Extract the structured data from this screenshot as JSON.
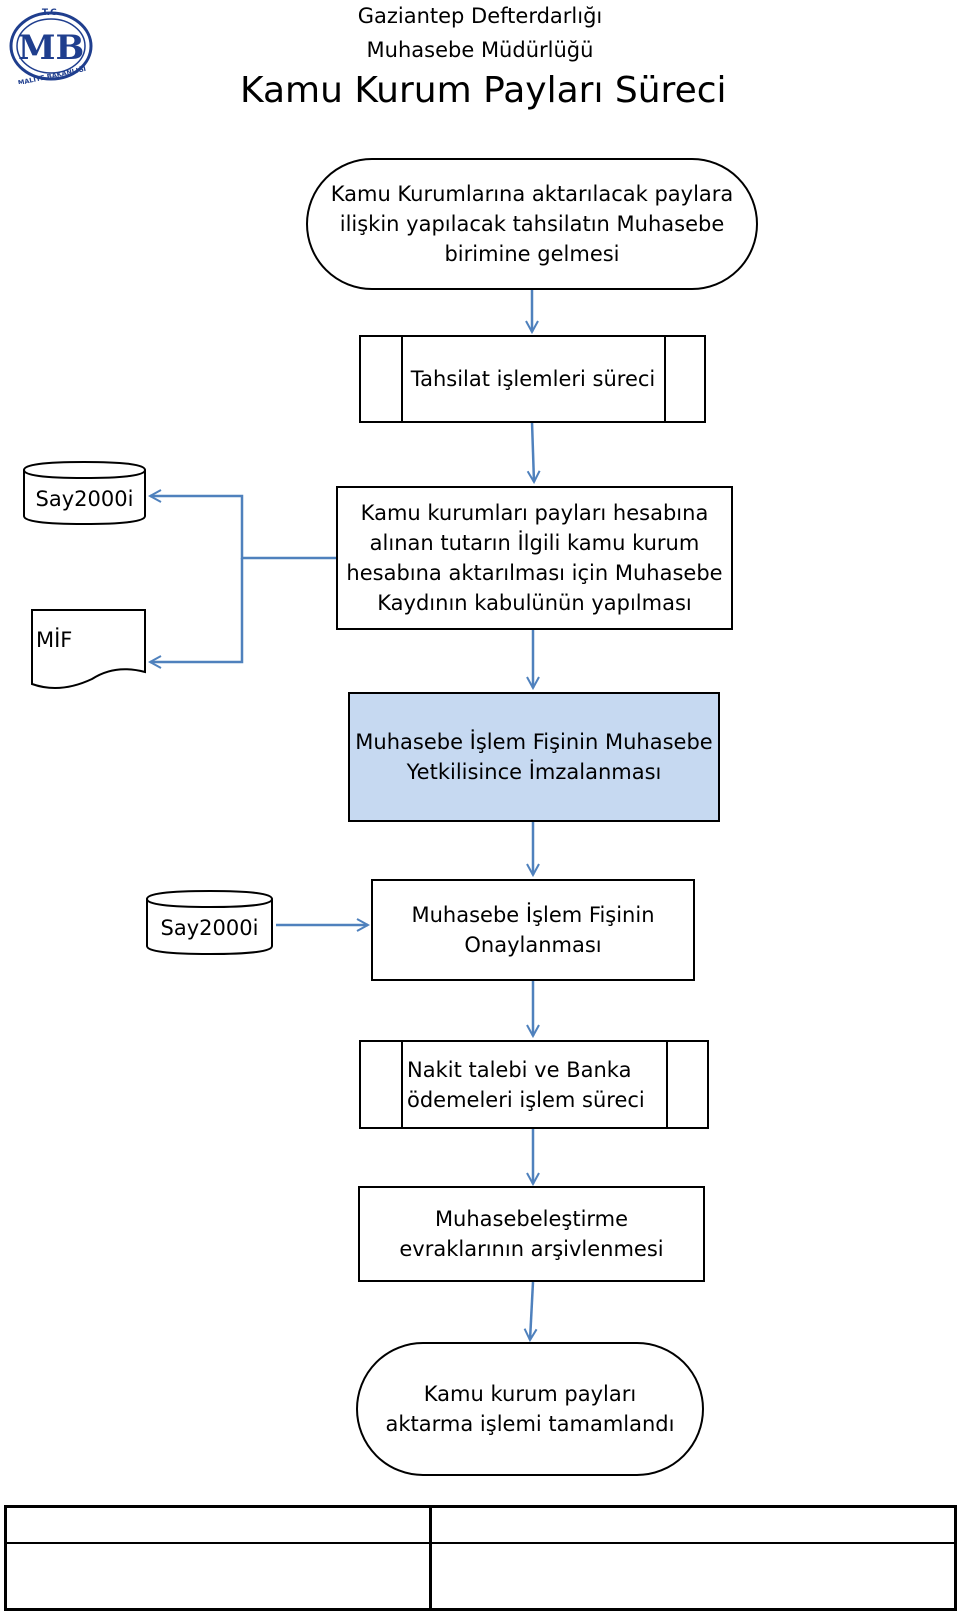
{
  "header": {
    "line1": "Gaziantep  Defterdarlığı",
    "line2": "Muhasebe  Müdürlüğü",
    "title": "Kamu Kurum Payları  Süreci"
  },
  "logo": {
    "top_text": "T.C.",
    "mark": "MB",
    "bottom_text": "MALİYE BAKANLIĞI"
  },
  "colors": {
    "arrow": "#4f81bd",
    "highlight_fill": "#c6d9f1",
    "logo_blue": "#1f3e8e"
  },
  "flow": {
    "start": "Kamu Kurumlarına aktarılacak paylara ilişkin yapılacak tahsilatın Muhasebe birimine gelmesi",
    "tahsilat": "Tahsilat işlemleri süreci",
    "kabul": "Kamu kurumları payları hesabına alınan tutarın İlgili kamu kurum hesabına aktarılması  için  Muhasebe Kaydının kabulünün yapılması",
    "imza": "Muhasebe İşlem Fişinin  Muhasebe Yetkilisince İmzalanması",
    "onay": "Muhasebe İşlem Fişinin Onaylanması",
    "nakit": "Nakit talebi ve Banka ödemeleri işlem süreci",
    "arsiv": "Muhasebeleştirme evraklarının arşivlenmesi",
    "end": "Kamu kurum payları aktarma işlemi tamamlandı"
  },
  "side": {
    "db1": "Say2000i",
    "doc": "MİF",
    "db2": "Say2000i"
  }
}
